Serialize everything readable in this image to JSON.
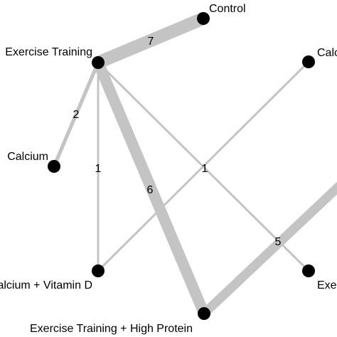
{
  "colors": {
    "edge": "#c4c4c4",
    "node": "#000000",
    "background": "#ffffff"
  },
  "nodes": {
    "exercise": {
      "label": "Exercise Training"
    },
    "control": {
      "label": "Control"
    },
    "calcium_vitd": {
      "label": "Calcium + Vitamin D"
    },
    "calcium": {
      "label": "Calcium"
    },
    "ex_calcium_vitd": {
      "label": "Exercise Training + Calcium + Vitamin D"
    },
    "ex_protein": {
      "label": "Exercise Training + High Protein"
    },
    "ex_other": {
      "label": "Exercise Training +"
    }
  },
  "edges": [
    {
      "from": "exercise",
      "to": "control",
      "weight": 7,
      "label": "7"
    },
    {
      "from": "exercise",
      "to": "calcium",
      "weight": 2,
      "label": "2"
    },
    {
      "from": "exercise",
      "to": "ex_calcium_vitd",
      "weight": 1,
      "label": "1"
    },
    {
      "from": "exercise",
      "to": "ex_protein",
      "weight": 6,
      "label": "6"
    },
    {
      "from": "exercise",
      "to": "ex_other",
      "weight": 1,
      "label": ""
    },
    {
      "from": "calcium_vitd",
      "to": "ex_calcium_vitd",
      "weight": 1,
      "label": "1"
    },
    {
      "from": "ex_protein",
      "to": "offscreen",
      "weight": 5,
      "label": "5"
    }
  ]
}
